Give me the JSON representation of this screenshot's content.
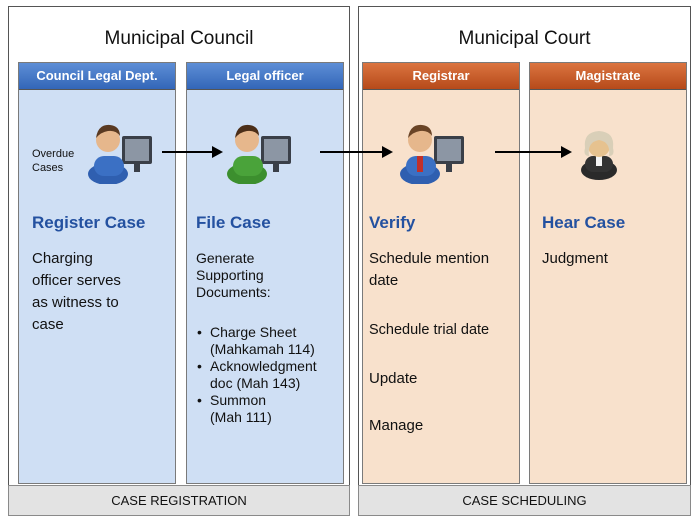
{
  "groups": {
    "council": "Municipal Council",
    "court": "Municipal Court"
  },
  "columns": [
    {
      "header": "Council Legal Dept.",
      "stage": "Register Case",
      "description": [
        "Charging",
        "officer serves",
        "as witness to",
        "case"
      ]
    },
    {
      "header": "Legal officer",
      "stage": "File Case",
      "description": [
        "Generate",
        "Supporting",
        "Documents:"
      ],
      "bullets": [
        [
          "Charge Sheet",
          "(Mahkamah 114)"
        ],
        [
          "Acknowledgment",
          "doc (Mah 143)"
        ],
        [
          "Summon",
          "(Mah 111)"
        ]
      ]
    },
    {
      "header": "Registrar",
      "stage": "Verify",
      "items": [
        "Schedule mention",
        "date",
        "Schedule trial date",
        "Update",
        "Manage"
      ]
    },
    {
      "header": "Magistrate",
      "stage": "Hear Case",
      "description": [
        "Judgment"
      ]
    }
  ],
  "input_label": [
    "Overdue",
    "Cases"
  ],
  "footers": {
    "registration": "CASE REGISTRATION",
    "scheduling": "CASE SCHEDULING"
  },
  "colors": {
    "blue_header": "#3f74c4",
    "orange_header": "#c65a26",
    "blue_panel": "#cfdff4",
    "peach_panel": "#f8e1cc",
    "stage_title": "#2451a0"
  },
  "icons": [
    "clerk-at-computer-icon",
    "clerk-at-computer-icon",
    "clerk-at-computer-icon",
    "magistrate-icon"
  ]
}
